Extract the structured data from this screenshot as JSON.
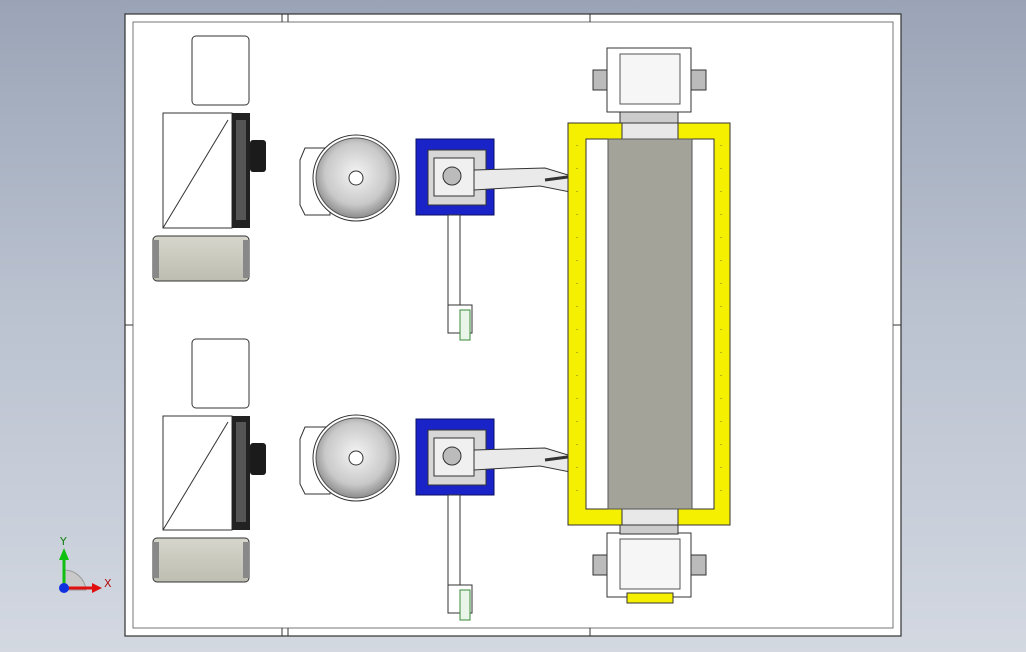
{
  "colors": {
    "background_top": "#9aa4b6",
    "background_bottom": "#d3d8e1",
    "floor": "#ffffff",
    "frame_yellow": "#f5f000",
    "robot_base_blue": "#1a23c8",
    "conveyor_gray": "#a3a39a",
    "axis_x": "#e01010",
    "axis_y": "#10c010",
    "axis_origin": "#1030e0"
  },
  "view": {
    "axis_x_label": "X",
    "axis_y_label": "Y"
  },
  "scene": {
    "cells": [
      "welding-cell-upper",
      "welding-cell-lower"
    ],
    "robots": 2,
    "positioner": "yellow-rotary-frame",
    "drums": [
      "wire-drum-upper",
      "wire-drum-lower"
    ]
  }
}
